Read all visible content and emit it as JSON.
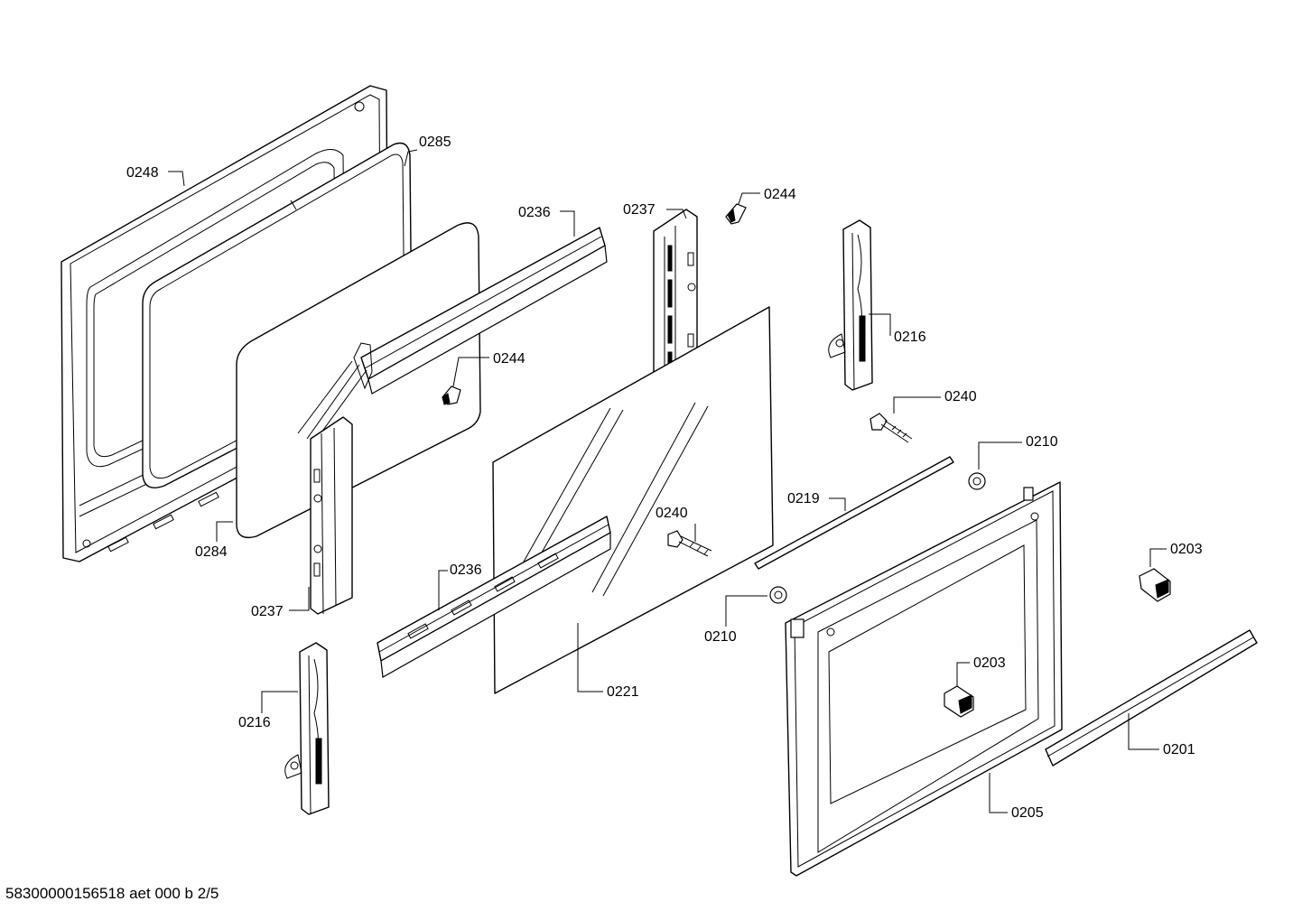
{
  "document_id": "58300000156518 aet 000 b 2/5",
  "callouts": [
    {
      "id": "c-0248",
      "label": "0248"
    },
    {
      "id": "c-0285",
      "label": "0285"
    },
    {
      "id": "c-0236a",
      "label": "0236"
    },
    {
      "id": "c-0237a",
      "label": "0237"
    },
    {
      "id": "c-0244a",
      "label": "0244"
    },
    {
      "id": "c-0216a",
      "label": "0216"
    },
    {
      "id": "c-0244b",
      "label": "0244"
    },
    {
      "id": "c-0240a",
      "label": "0240"
    },
    {
      "id": "c-0210a",
      "label": "0210"
    },
    {
      "id": "c-0284",
      "label": "0284"
    },
    {
      "id": "c-0219",
      "label": "0219"
    },
    {
      "id": "c-0240b",
      "label": "0240"
    },
    {
      "id": "c-0203a",
      "label": "0203"
    },
    {
      "id": "c-0237b",
      "label": "0237"
    },
    {
      "id": "c-0236b",
      "label": "0236"
    },
    {
      "id": "c-0210b",
      "label": "0210"
    },
    {
      "id": "c-0203b",
      "label": "0203"
    },
    {
      "id": "c-0221",
      "label": "0221"
    },
    {
      "id": "c-0216b",
      "label": "0216"
    },
    {
      "id": "c-0201",
      "label": "0201"
    },
    {
      "id": "c-0205",
      "label": "0205"
    }
  ]
}
